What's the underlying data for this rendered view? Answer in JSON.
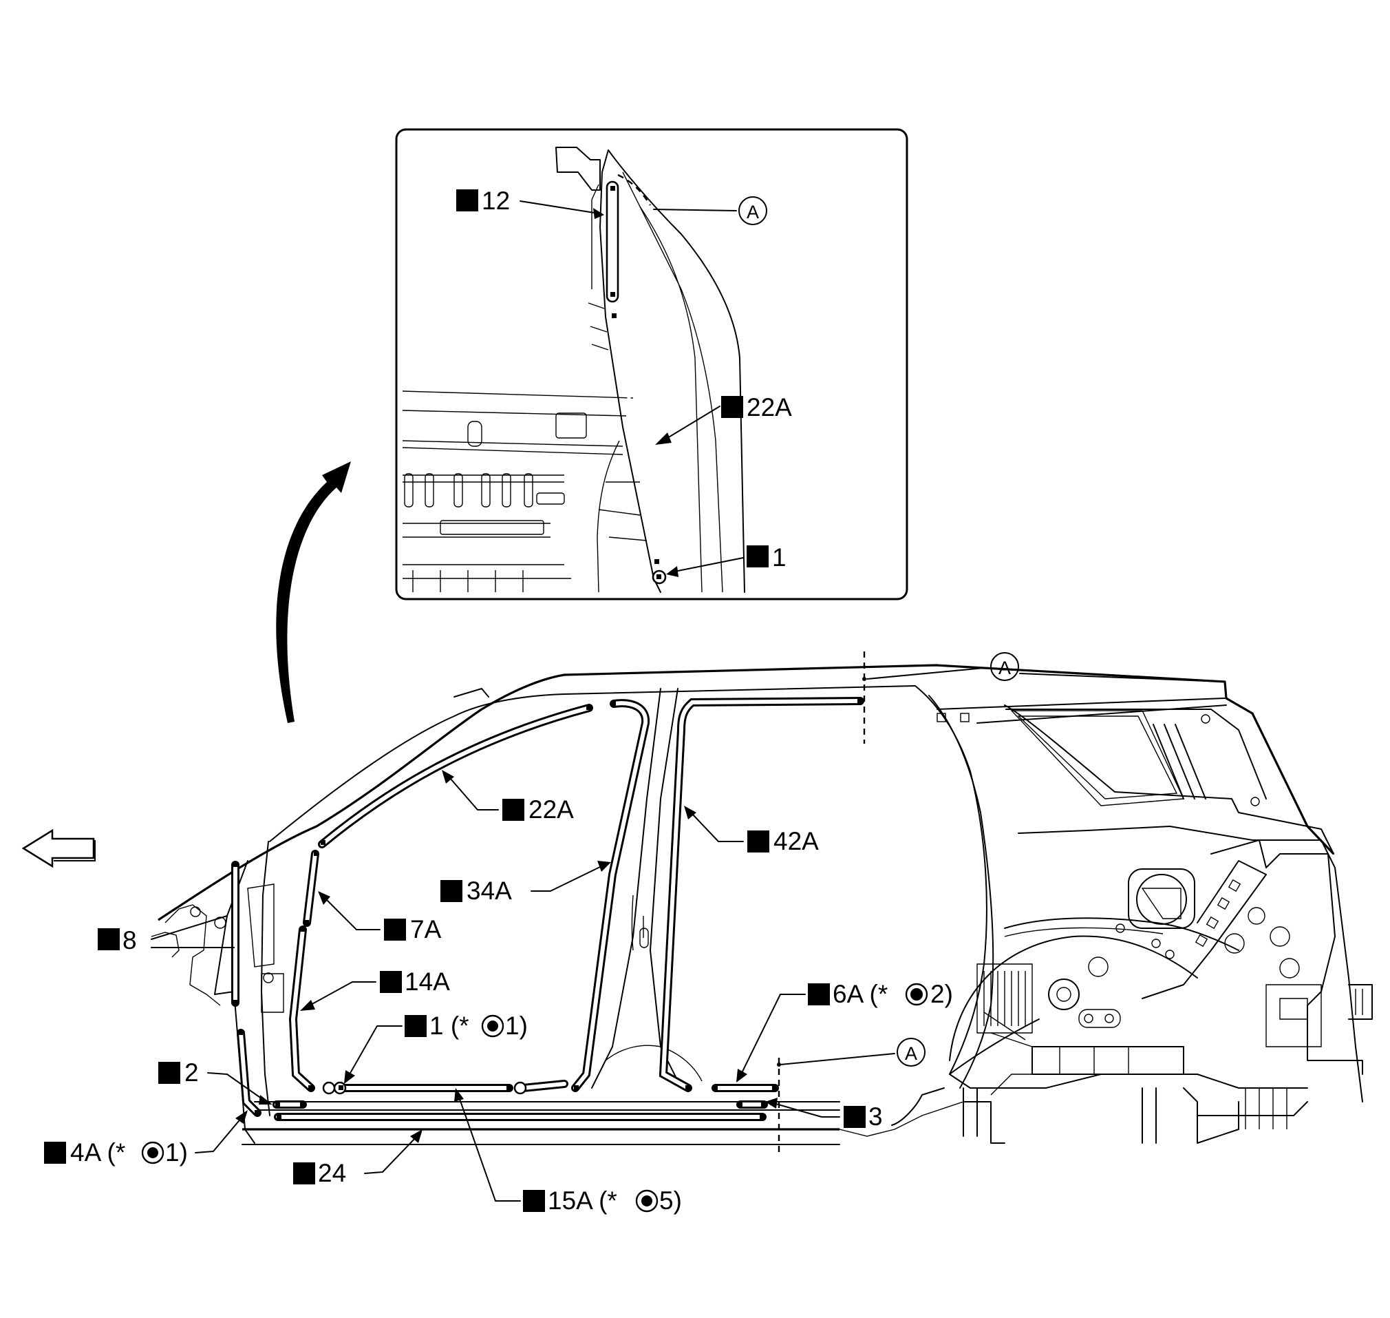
{
  "inset": {
    "labels": {
      "l12": "12",
      "l22A": "22A",
      "l1": "1",
      "refA": "A"
    }
  },
  "main": {
    "refA_top": "A",
    "refA_bottom": "A",
    "labels": {
      "l8": "8",
      "l2": "2",
      "l4A": "4A (*",
      "l4A_num": "1)",
      "l24": "24",
      "l15A": "15A (*",
      "l15A_num": "5)",
      "l1": "1 (*",
      "l1_num": "1)",
      "l14A": "14A",
      "l7A": "7A",
      "l34A": "34A",
      "l22A": "22A",
      "l42A": "42A",
      "l6A": "6A (*",
      "l6A_num": "2)",
      "l3": "3"
    }
  },
  "icons": {
    "front_direction": "front-arrow-icon",
    "zoom_arrow": "curved-arrow-icon",
    "marker": "black-square-icon",
    "bullseye": "circle-dot-icon"
  }
}
